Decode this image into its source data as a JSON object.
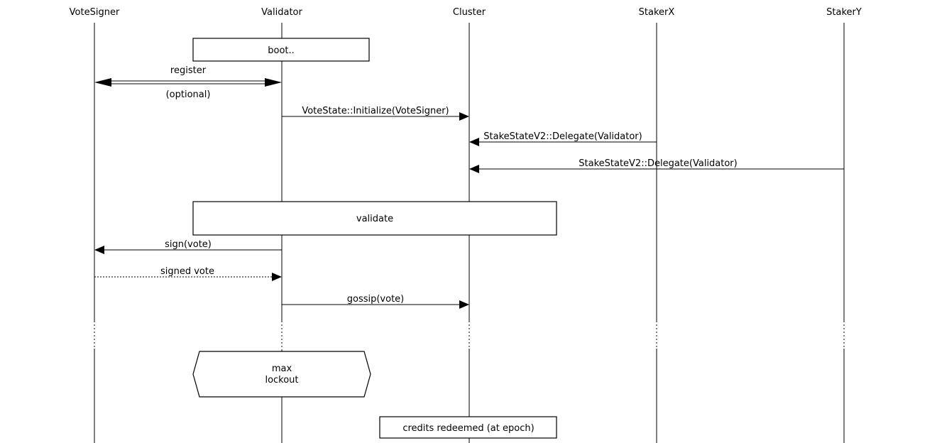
{
  "diagram_type": "sequence-diagram",
  "actors": {
    "votesigner": "VoteSigner",
    "validator": "Validator",
    "cluster": "Cluster",
    "stakerx": "StakerX",
    "stakery": "StakerY"
  },
  "boxes": {
    "boot": "boot..",
    "validate": "validate",
    "max_lockout": {
      "line1": "max",
      "line2": "lockout"
    },
    "credits": "credits redeemed (at epoch)"
  },
  "messages": {
    "register": {
      "label": "register",
      "note": "(optional)"
    },
    "vote_initialize": {
      "label": "VoteState::Initialize(VoteSigner)"
    },
    "delegate_stakerx": {
      "label": "StakeStateV2::Delegate(Validator)"
    },
    "delegate_stakery": {
      "label": "StakeStateV2::Delegate(Validator)"
    },
    "sign_vote": {
      "label": "sign(vote)"
    },
    "signed_vote": {
      "label": "signed vote"
    },
    "gossip_vote": {
      "label": "gossip(vote)"
    }
  },
  "colors": {
    "stroke": "#000000",
    "background": "#ffffff",
    "text": "#000000"
  }
}
